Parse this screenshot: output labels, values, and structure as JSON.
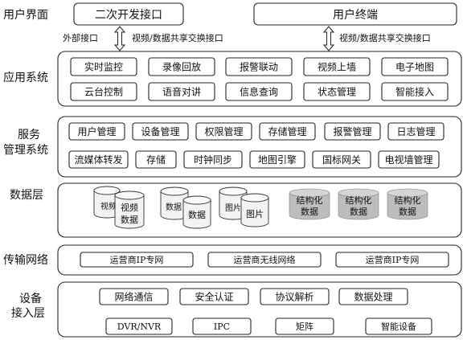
{
  "top_row": {
    "user_interface_label": "用户界面",
    "secondary_dev_box": "二次开发接口",
    "user_terminal_box": "用户终端",
    "external_interface_label": "外部接口",
    "video_data_interface_left": "视频/数据共享交换接口",
    "video_data_interface_right": "视频/数据共享交换接口"
  },
  "layers": {
    "application": {
      "label": "应用系统",
      "items": [
        "实时监控",
        "录像回放",
        "报警联动",
        "视频上墙",
        "电子地图",
        "云台控制",
        "语音对讲",
        "信息查询",
        "状态管理",
        "智能接入"
      ]
    },
    "service": {
      "label_line1": "服务",
      "label_line2": "管理系统",
      "row1": [
        "用户管理",
        "设备管理",
        "权限管理",
        "存储管理",
        "报警管理",
        "日志管理"
      ],
      "row2": [
        "流媒体转发",
        "存储",
        "时钟同步",
        "地图引擎",
        "国标网关",
        "电视墙管理"
      ]
    },
    "data": {
      "label": "数据层",
      "cylinders": [
        {
          "back": "视频",
          "front": "视频数据"
        },
        {
          "back": "数据",
          "front": "数据"
        },
        {
          "back": "图片",
          "front": "图片"
        }
      ],
      "structured": [
        {
          "line1": "结构化",
          "line2": "数据"
        },
        {
          "line1": "结构化",
          "line2": "数据"
        },
        {
          "line1": "结构化",
          "line2": "数据"
        }
      ]
    },
    "network": {
      "label": "传输网络",
      "items": [
        "运营商IP专网",
        "运营商无线网络",
        "运营商IP专网"
      ]
    },
    "device": {
      "label_line1": "设备",
      "label_line2": "接入层",
      "row1": [
        "网络通信",
        "安全认证",
        "协议解析",
        "数据处理"
      ],
      "row2": [
        "DVR/NVR",
        "IPC",
        "矩阵",
        "智能设备"
      ]
    }
  }
}
